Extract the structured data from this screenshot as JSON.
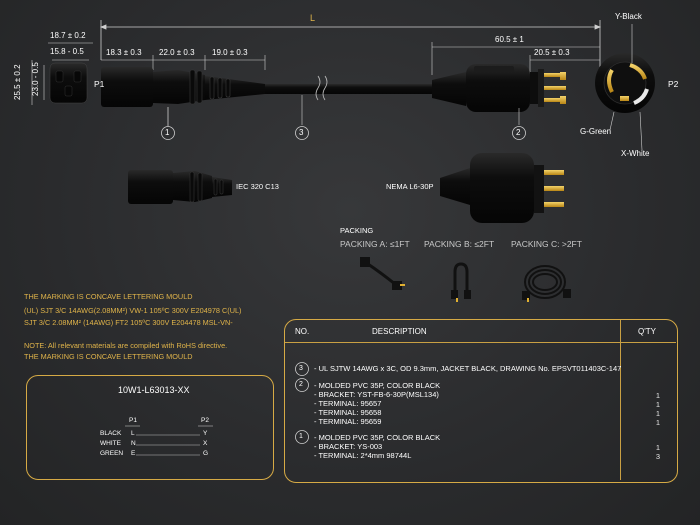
{
  "dims": {
    "L": "L",
    "p1_w1": "18.7 ± 0.2",
    "p1_w2": "15.8 - 0.5",
    "p1_h1": "25.5 ± 0.2",
    "p1_h2": "23.0 - 0.5",
    "d1": "18.3 ± 0.3",
    "d2": "22.0 ± 0.3",
    "d3": "19.0 ± 0.3",
    "d4": "60.5 ± 1",
    "d5": "20.5 ± 0.3"
  },
  "labels": {
    "p1": "P1",
    "p2": "P2",
    "y_black": "Y-Black",
    "g_green": "G-Green",
    "x_white": "X-White",
    "c1": "1",
    "c2": "2",
    "c3": "3",
    "iec": "IEC 320 C13",
    "nema": "NEMA L6-30P"
  },
  "packing": {
    "title": "PACKING",
    "a": "PACKING A: ≤1FT",
    "b": "PACKING B: ≤2FT",
    "c": "PACKING C: >2FT"
  },
  "notes": [
    "THE MARKING IS CONCAVE LETTERING MOULD",
    "(UL) SJT 3/C 14AWG(2.08MM²) VW-1 105ºC 300V E204978 C(UL)",
    " SJT 3/C 2.08MM² (14AWG) FT2 105ºC 300V E204478 MSL-VN-",
    "NOTE: All relevant materials are compiled with RoHS directive.",
    "THE MARKING IS CONCAVE LETTERING MOULD"
  ],
  "wiring": {
    "part_no": "10W1-L63013-XX",
    "col_p1": "P1",
    "col_p2": "P2",
    "rows": [
      {
        "color": "BLACK",
        "p1": "L",
        "p2": "Y"
      },
      {
        "color": "WHITE",
        "p1": "N",
        "p2": "X"
      },
      {
        "color": "GREEN",
        "p1": "E",
        "p2": "G"
      }
    ]
  },
  "bom": {
    "h_no": "NO.",
    "h_desc": "DESCRIPTION",
    "h_qty": "Q'TY",
    "items": [
      {
        "no": "3",
        "lines": [
          {
            "text": "- UL SJTW 14AWG x 3C, OD 9.3mm, JACKET BLACK, DRAWING No. EPSVT011403C-147",
            "qty": ""
          }
        ]
      },
      {
        "no": "2",
        "lines": [
          {
            "text": "- MOLDED PVC 35P, COLOR BLACK",
            "qty": ""
          },
          {
            "text": "- BRACKET: YST-FB-6-30P(MSL134)",
            "qty": "1"
          },
          {
            "text": "- TERMINAL: 95657",
            "qty": "1"
          },
          {
            "text": "- TERMINAL: 95658",
            "qty": "1"
          },
          {
            "text": "- TERMINAL: 95659",
            "qty": "1"
          }
        ]
      },
      {
        "no": "1",
        "lines": [
          {
            "text": "- MOLDED PVC 35P, COLOR BLACK",
            "qty": ""
          },
          {
            "text": "- BRACKET: YS-003",
            "qty": "1"
          },
          {
            "text": "- TERMINAL: 2*4mm 98744L",
            "qty": "3"
          }
        ]
      }
    ]
  },
  "colors": {
    "accent": "#d6aa45",
    "background": "#2b2c2e",
    "plug": "#0c0c0c",
    "pin": "#e0b031"
  }
}
